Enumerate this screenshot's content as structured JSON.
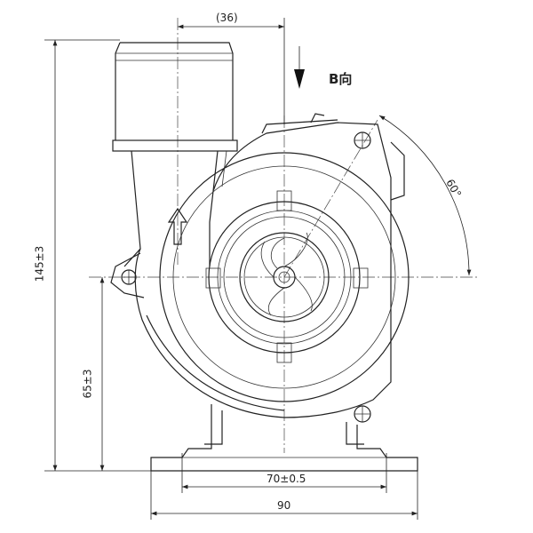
{
  "dimensions": {
    "top_offset": "(36)",
    "view_label": "B向",
    "angle": "60°",
    "total_height": "145±3",
    "center_height": "65±3",
    "foot_hole_spacing": "70±0.5",
    "base_width": "90"
  }
}
